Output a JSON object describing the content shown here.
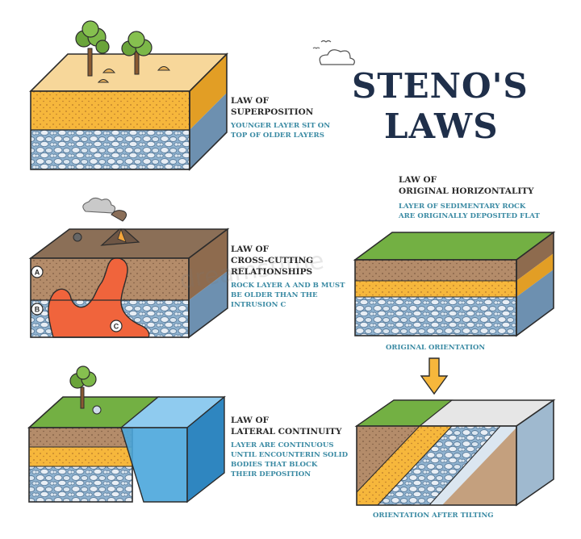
{
  "title": {
    "line1": "STENO'S",
    "line2": "LAWS"
  },
  "watermark": "dreamstime",
  "laws": [
    {
      "title_lines": [
        "LAW OF",
        "SUPERPOSITION"
      ],
      "desc_lines": [
        "YOUNGER LAYER SIT ON",
        "TOP OF OLDER LAYERS"
      ]
    },
    {
      "title_lines": [
        "LAW OF",
        "ORIGINAL HORIZONTALITY"
      ],
      "desc_lines": [
        "LAYER OF SEDIMENTARY ROCK",
        "ARE ORIGINALLY DEPOSITED FLAT"
      ]
    },
    {
      "title_lines": [
        "LAW OF",
        "CROSS-CUTTING",
        "RELATIONSHIPS"
      ],
      "desc_lines": [
        "ROCK LAYER A AND B MUST",
        "BE OLDER THAN THE",
        "INTRUSION C"
      ]
    },
    {
      "title_lines": [
        "LAW OF",
        "LATERAL CONTINUITY"
      ],
      "desc_lines": [
        "LAYER ARE CONTINUOUS",
        "UNTIL ENCOUNTERIN SOLID",
        "BODIES THAT BLOCK",
        "THEIR DEPOSITION"
      ]
    }
  ],
  "markers": {
    "a": "A",
    "b": "B",
    "c": "C"
  },
  "captions": {
    "original": "ORIGINAL ORIENTATION",
    "tilted": "ORIENTATION AFTER TILTING"
  },
  "colors": {
    "title": "#1f2f4a",
    "law_title": "#2b2b2b",
    "desc": "#3a8aa3",
    "sand_top": "#f7d79a",
    "sand_side": "#f2c77a",
    "orange": "#f6b73c",
    "orange_dark": "#e29e25",
    "gravel": "#8fb2cf",
    "gravel_dark": "#6d90b0",
    "soil": "#b48c6a",
    "soil_dark": "#8e6b4e",
    "grass": "#73b043",
    "lava": "#f0643c",
    "water": "#4aa6dc",
    "outline": "#2c2c2c"
  }
}
